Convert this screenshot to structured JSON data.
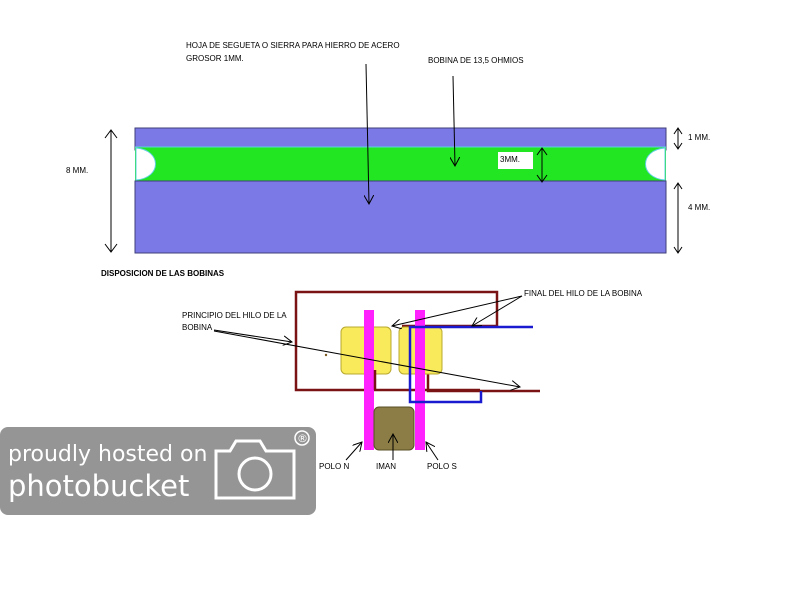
{
  "labels": {
    "blade_line1": "HOJA DE SEGUETA O SIERRA PARA HIERRO DE ACERO",
    "blade_line2": "GROSOR 1MM.",
    "coil_resistance": "BOBINA DE 13,5 OHMIOS",
    "total_height": "8 MM.",
    "coil_height": "3MM.",
    "top_thickness": "1 MM.",
    "bottom_thickness": "4 MM.",
    "section_title": "DISPOSICION DE LAS BOBINAS",
    "wire_start_line1": "PRINCIPIO DEL HILO DE LA",
    "wire_start_line2": "BOBINA",
    "wire_end": "FINAL DEL HILO DE LA BOBINA",
    "pole_n": "POLO N",
    "magnet": "IMAN",
    "pole_s": "POLO S"
  },
  "watermark": {
    "line1": "proudly hosted on",
    "line2": "photobucket",
    "registered": "®"
  },
  "colors": {
    "blade_blue": "#7b79e6",
    "coil_green": "#22e622",
    "pole_magenta": "#ff22ff",
    "coil_yellow": "#f8ea5a",
    "magnet_olive": "#8b7d45",
    "wire_darkred": "#7a1414",
    "wire_blue": "#1a1ad0",
    "watermark_bg": "#8f8f8f"
  }
}
